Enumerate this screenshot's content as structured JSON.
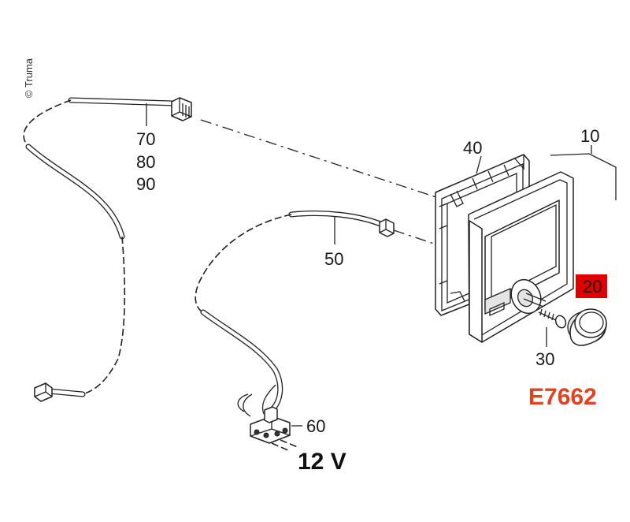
{
  "copyright": "© Truma",
  "code": "E7662",
  "voltage": "12 V",
  "parts": {
    "p10": "10",
    "p20": "20",
    "p30": "30",
    "p40": "40",
    "p50": "50",
    "p60": "60",
    "p70": "70",
    "p80": "80",
    "p90": "90"
  },
  "colors": {
    "highlight": "#e00000",
    "code": "#e8401c",
    "line": "#222222"
  }
}
